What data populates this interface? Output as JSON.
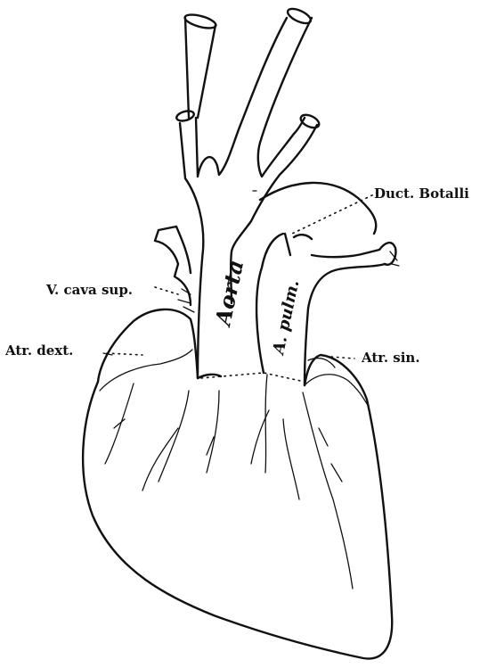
{
  "figure": {
    "labels": {
      "duct_botalli": "Duct. Botalli",
      "v_cava_sup": "V. cava sup.",
      "atr_dext": "Atr. dext.",
      "atr_sin": "Atr. sin.",
      "aorta": "Aorta",
      "a_pulm": "A. pulm."
    },
    "colors": {
      "ink": "#111111",
      "paper": "#ffffff"
    }
  }
}
